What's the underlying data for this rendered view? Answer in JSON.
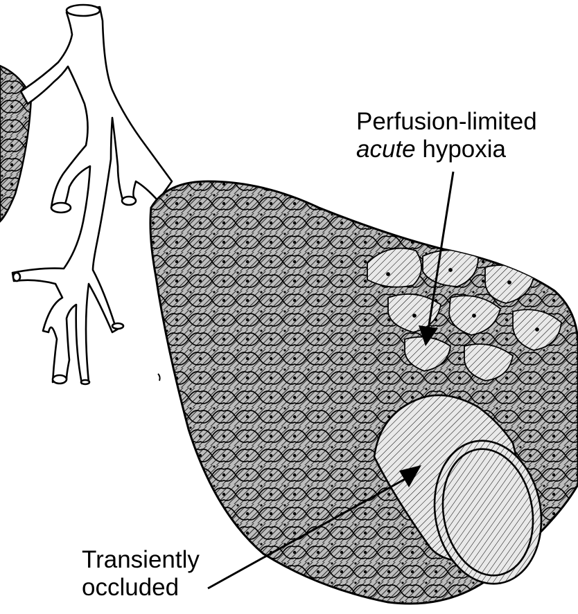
{
  "labels": {
    "top_line1": "Perfusion-limited",
    "top_line2_emph": "acute",
    "top_line2_rest": " hypoxia",
    "bottom_line1": "Transiently",
    "bottom_line2": "occluded"
  },
  "colors": {
    "ink": "#000000",
    "paper": "#ffffff",
    "cell_fill": "#8a8a8a",
    "vessel_fill": "#e2e2e2"
  }
}
